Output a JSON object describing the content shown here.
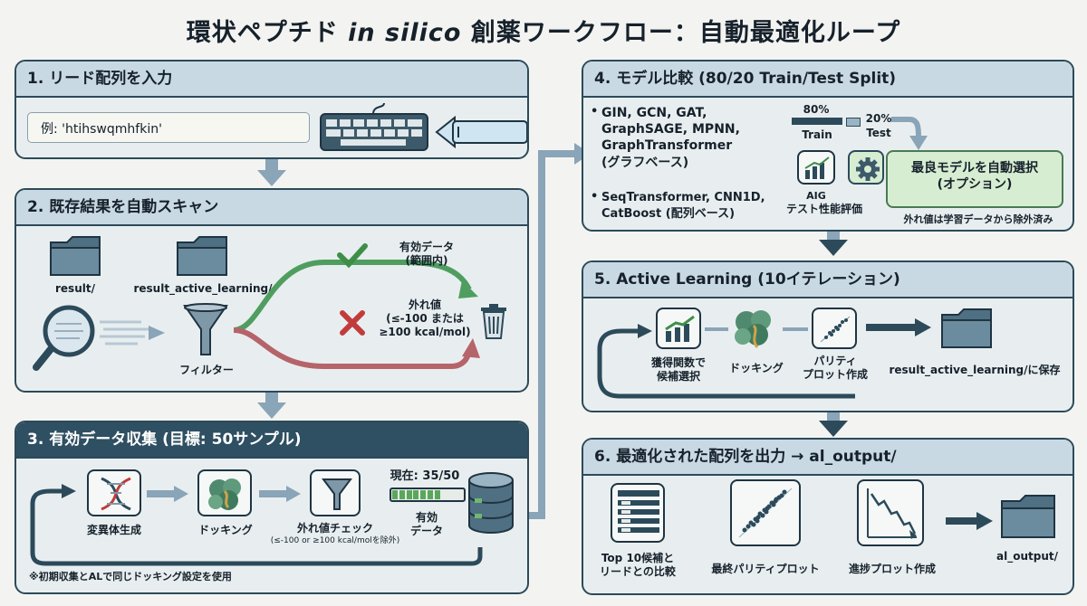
{
  "title": {
    "pre": "環状ペプチド ",
    "italic": "in silico",
    "post": " 創薬ワークフロー：自動最適化ループ"
  },
  "p1": {
    "header": "1. リード配列を入力",
    "input": "例: 'htihswqmhfkin'"
  },
  "p2": {
    "header": "2. 既存結果を自動スキャン",
    "folder1": "result/",
    "folder2": "result_active_learning/",
    "filter": "フィルター",
    "valid": "有効データ\n(範囲内)",
    "outlier": "外れ値\n(≤-100 または\n≥100 kcal/mol)"
  },
  "p3": {
    "header": "3. 有効データ収集 (目標: 50サンプル)",
    "step1": "変異体生成",
    "step2": "ドッキング",
    "step3": "外れ値チェック",
    "step3_sub": "(≤-100 or ≥100 kcal/molを除外)",
    "current": "現在: 35/50",
    "progress": 0.7,
    "db": "有効\nデータ",
    "note": "※初期収集とALで同じドッキング設定を使用"
  },
  "p4": {
    "header": "4. モデル比較 (80/20 Train/Test Split)",
    "graph_models": "GIN, GCN, GAT,\nGraphSAGE, MPNN,\nGraphTransformer\n(グラフベース)",
    "seq_models": "SeqTransformer, CNN1D,\nCatBoost (配列ベース)",
    "train_pct": "80%",
    "train": "Train",
    "test_pct": "20%",
    "test": "Test",
    "eval": "テスト性能評価",
    "chart_label": "AIG",
    "select": "最良モデルを自動選択\n(オプション)",
    "outlier_note": "外れ値は学習データから除外済み"
  },
  "p5": {
    "header": "5. Active Learning (10イテレーション)",
    "step1": "獲得関数で\n候補選択",
    "step2": "ドッキング",
    "step3": "パリティ\nプロット作成",
    "save": "result_active_learning/に保存"
  },
  "p6": {
    "header": "6. 最適化された配列を出力 → al_output/",
    "c1": "Top 10候補と\nリードとの比較",
    "c2": "最終パリティプロット",
    "c3": "進捗プロット作成",
    "c4": "al_output/"
  }
}
